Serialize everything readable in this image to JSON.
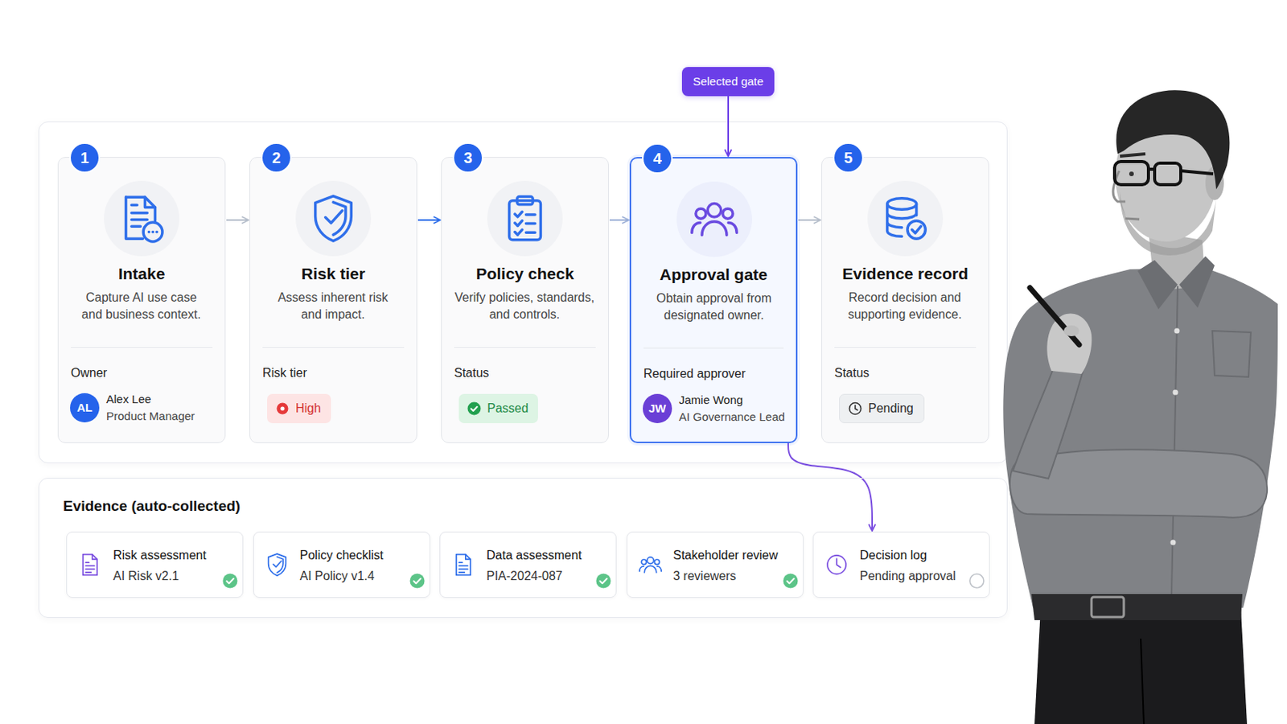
{
  "diagram": {
    "nodes": [
      {
        "text": [
          "Selected gate"
        ]
      },
      {
        "text": [
          "Intake",
          "Capture AI use case and business context.",
          "Owner",
          "Alex Lee",
          "Product Manager"
        ]
      },
      {
        "text": [
          "1"
        ],
        "in": 1
      },
      {
        "text": [
          "AL"
        ],
        "in": 1
      },
      {
        "text": [
          "Risk tier",
          "Assess inherent risk and impact.",
          "Risk tier"
        ]
      },
      {
        "text": [
          "2"
        ],
        "in": 4
      },
      {
        "text": [
          "High"
        ],
        "in": 4
      },
      {
        "text": [
          "Policy check",
          "Verify policies, standards, and controls.",
          "Status"
        ]
      },
      {
        "text": [
          "3"
        ],
        "in": 7
      },
      {
        "text": [
          "Passed"
        ],
        "in": 7
      },
      {
        "text": [
          "Approval gate",
          "Obtain approval from designated owner.",
          "Required approver",
          "Jamie Wong",
          "AI Governance Lead"
        ]
      },
      {
        "text": [
          "4"
        ],
        "in": 10
      },
      {
        "text": [
          "JW"
        ],
        "in": 10
      },
      {
        "text": [
          "Evidence record",
          "Record decision and supporting evidence.",
          "Status"
        ]
      },
      {
        "text": [
          "5"
        ],
        "in": 13
      },
      {
        "text": [
          "Pending"
        ],
        "in": 13
      },
      {
        "text": [
          "Evidence (auto-collected)"
        ]
      },
      {
        "text": [
          "Risk assessment",
          "AI Risk v2.1"
        ],
        "in": 16
      },
      {
        "text": [
          "Policy checklist",
          "AI Policy v1.4"
        ],
        "in": 16
      },
      {
        "text": [
          "Data assessment",
          "PIA-2024-087"
        ],
        "in": 16
      },
      {
        "text": [
          "Stakeholder review",
          "3 reviewers"
        ],
        "in": 16
      },
      {
        "text": [
          "Decision log",
          "Pending approval"
        ],
        "in": 16
      }
    ],
    "edges": [
      {
        "from": 1,
        "to": 4,
        "arrow": "to"
      },
      {
        "from": 4,
        "to": 7,
        "arrow": "to"
      },
      {
        "from": 7,
        "to": 10,
        "arrow": "to"
      },
      {
        "from": 10,
        "to": 13,
        "arrow": "to"
      },
      {
        "from": 0,
        "to": 10,
        "arrow": "to"
      },
      {
        "from": 10,
        "to": 21,
        "arrow": "to"
      }
    ]
  }
}
